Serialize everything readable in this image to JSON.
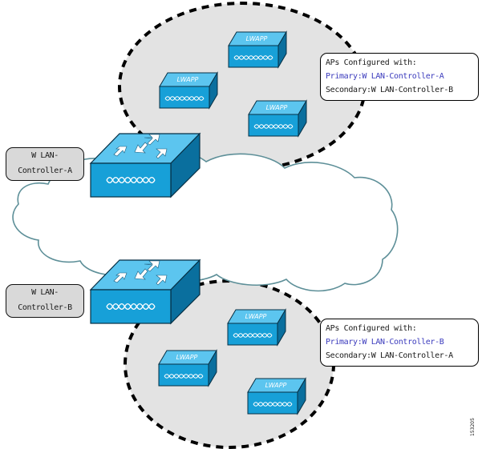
{
  "top_group": {
    "heading": "APs Configured with:",
    "primary": "Primary:W LAN-Controller-A",
    "secondary": "Secondary:W LAN-Controller-B"
  },
  "bottom_group": {
    "heading": "APs Configured with:",
    "primary": "Primary:W LAN-Controller-B",
    "secondary": "Secondary:W LAN-Controller-A"
  },
  "controllers": [
    {
      "line1": "W LAN-",
      "line2": "Controller-A"
    },
    {
      "line1": "W LAN-",
      "line2": "Controller-B"
    }
  ],
  "ap_label": "LWAPP",
  "figure_id": "153205",
  "colors": {
    "device_front": "#17a0d8",
    "device_top": "#5cc5ef",
    "device_side": "#0a6f9e",
    "zone_fill": "#e3e3e3",
    "cloud_stroke": "#5d8f98",
    "primary_text": "#3b3bbd"
  }
}
